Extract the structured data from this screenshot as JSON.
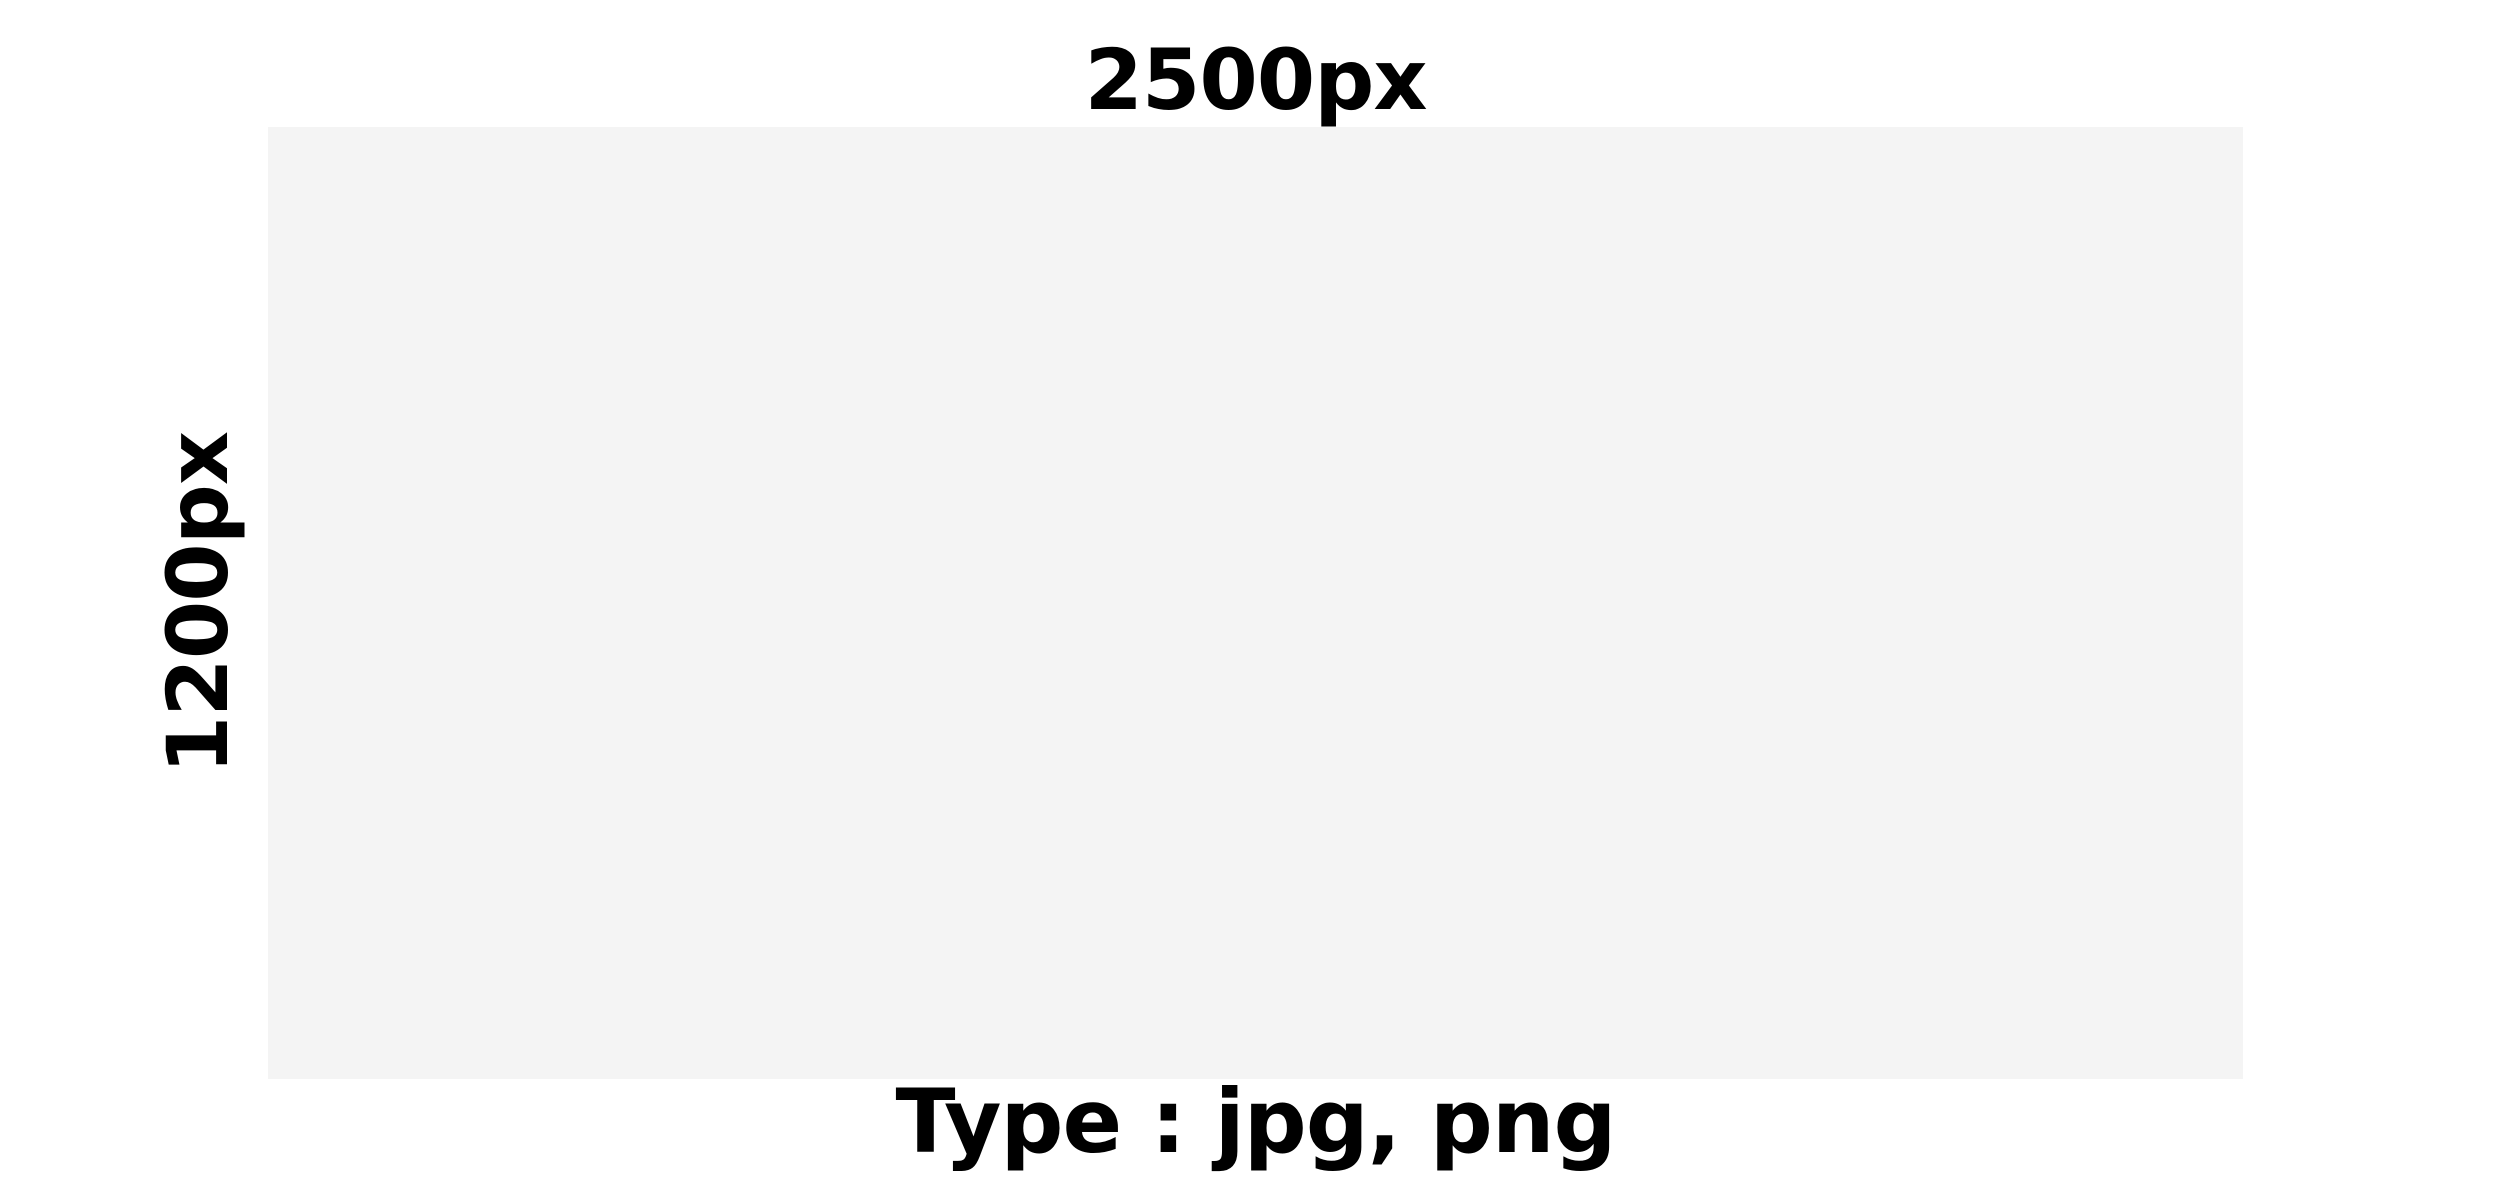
{
  "dimensions": {
    "width_label": "2500px",
    "height_label": "1200px"
  },
  "file_type": {
    "label": "Type : jpg, png"
  },
  "colors": {
    "placeholder_fill": "#f4f4f4",
    "text": "#000000",
    "background": "#ffffff"
  }
}
